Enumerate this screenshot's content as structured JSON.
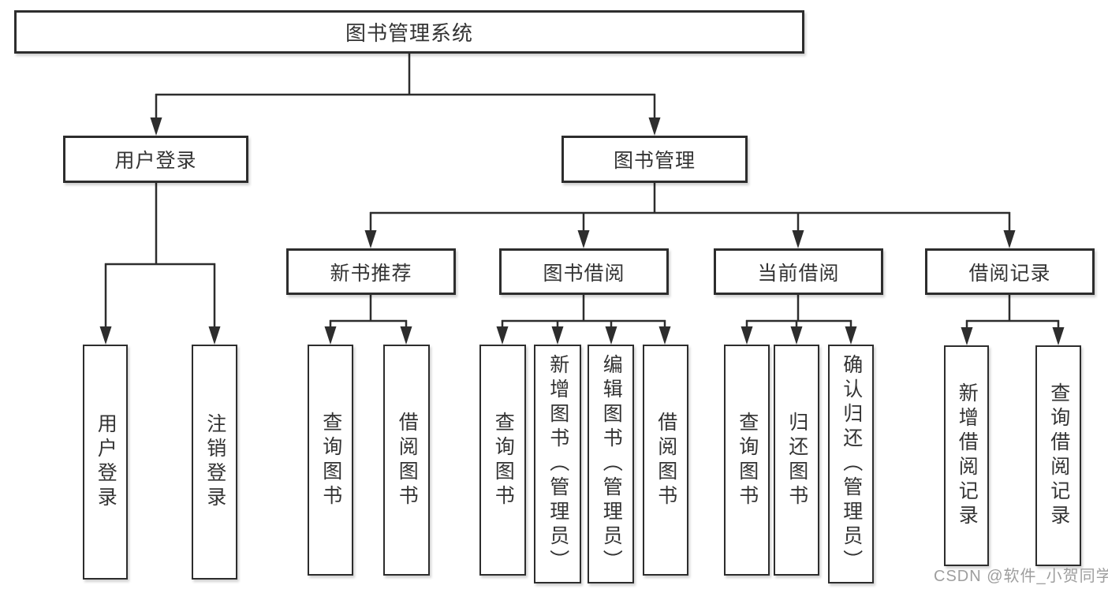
{
  "diagram": {
    "type": "hierarchy",
    "root": {
      "label": "图书管理系统"
    },
    "level2": {
      "user_login": {
        "label": "用户登录"
      },
      "book_management": {
        "label": "图书管理"
      }
    },
    "level3": {
      "new_book_recommend": {
        "label": "新书推荐",
        "parent": "图书管理"
      },
      "book_borrowing": {
        "label": "图书借阅",
        "parent": "图书管理"
      },
      "current_borrowing": {
        "label": "当前借阅",
        "parent": "图书管理"
      },
      "borrow_records": {
        "label": "借阅记录",
        "parent": "图书管理"
      }
    },
    "leaves": {
      "login_user_login": {
        "label": "用户登录",
        "parent": "用户登录"
      },
      "login_logout": {
        "label": "注销登录",
        "parent": "用户登录"
      },
      "nb_query_books": {
        "label": "查询图书",
        "parent": "新书推荐"
      },
      "nb_borrow_books": {
        "label": "借阅图书",
        "parent": "新书推荐"
      },
      "bb_query_books": {
        "label": "查询图书",
        "parent": "图书借阅"
      },
      "bb_add_book_admin": {
        "label": "新增图书（管理员）",
        "parent": "图书借阅"
      },
      "bb_edit_book_admin": {
        "label": "编辑图书（管理员）",
        "parent": "图书借阅"
      },
      "bb_borrow_books": {
        "label": "借阅图书",
        "parent": "图书借阅"
      },
      "cb_query_books": {
        "label": "查询图书",
        "parent": "当前借阅"
      },
      "cb_return_books": {
        "label": "归还图书",
        "parent": "当前借阅"
      },
      "cb_confirm_return_admin": {
        "label": "确认归还（管理员）",
        "parent": "当前借阅"
      },
      "br_add_record": {
        "label": "新增借阅记录",
        "parent": "借阅记录"
      },
      "br_query_record": {
        "label": "查询借阅记录",
        "parent": "借阅记录"
      }
    }
  },
  "watermark": {
    "text": "CSDN @软件_小贺同学"
  },
  "colors": {
    "line": "#2d2d2d",
    "box_border": "#2d2d2d",
    "box_fill": "#ffffff",
    "text": "#333333",
    "watermark": "#949494"
  }
}
